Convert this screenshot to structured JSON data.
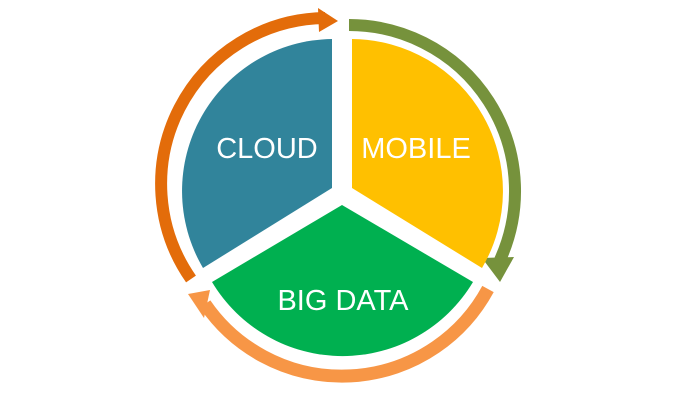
{
  "segments": [
    {
      "id": "cloud",
      "label": "CLOUD",
      "fill": "#31849B",
      "arrow": "#E36C0A"
    },
    {
      "id": "mobile",
      "label": "MOBILE",
      "fill": "#FFC000",
      "arrow": "#76923C"
    },
    {
      "id": "big_data",
      "label": "BIG DATA",
      "fill": "#00B050",
      "arrow": "#F79646"
    }
  ],
  "background": "#FFFFFF"
}
